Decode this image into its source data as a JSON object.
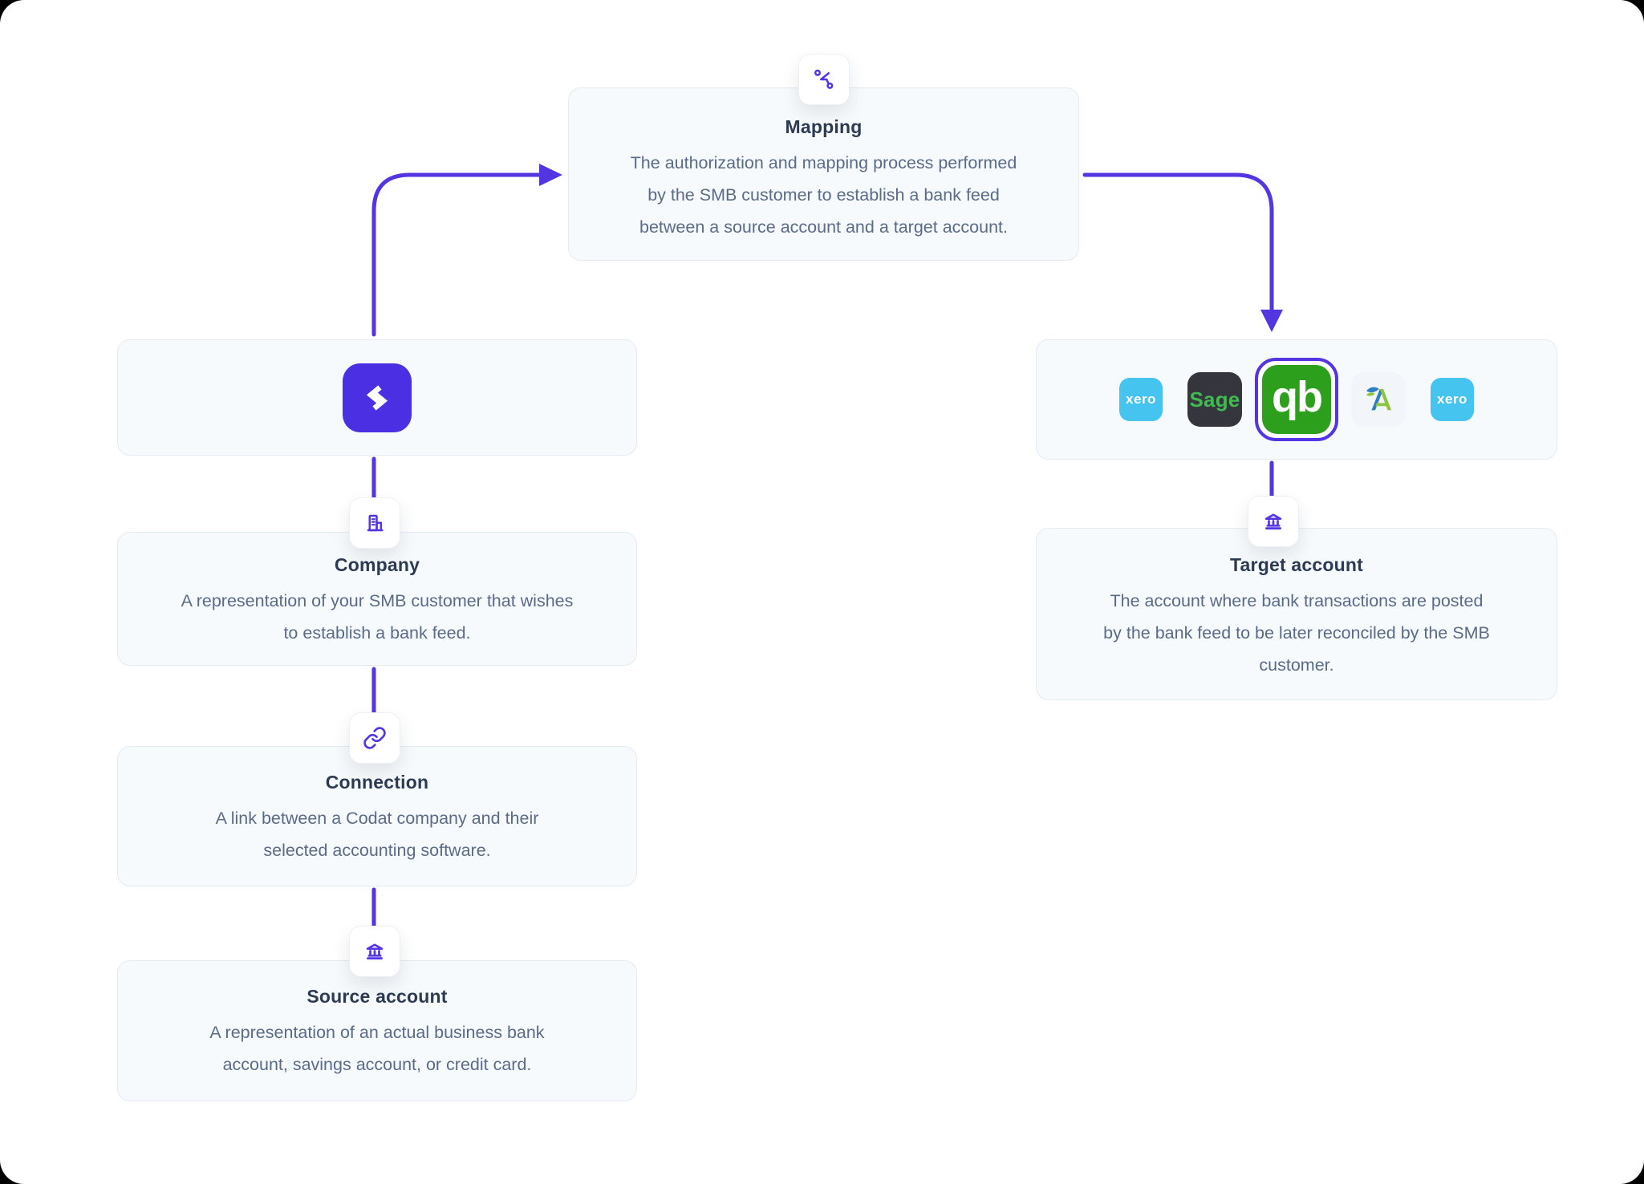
{
  "colors": {
    "outside_bg": "#000000",
    "page_bg": "#ffffff",
    "card_bg": "#f7fafc",
    "card_border": "#e4ebf3",
    "title": "#2c3a54",
    "body": "#5a6b8a",
    "accent_purple": "#5335e2",
    "codat_purple": "#4b2fe3",
    "icon_purple": "#5434e4",
    "xero_blue": "#44c4ee",
    "sage_bg": "#34353d",
    "sage_green": "#3fbb50",
    "qb_green": "#2ca01c",
    "freeagent_blue": "#2e7ec1",
    "freeagent_green": "#8bc53f"
  },
  "nodes": {
    "mapping": {
      "icon": "route-mapping-icon",
      "title": "Mapping",
      "body_lines": [
        "The authorization and mapping process performed",
        "by the SMB customer to establish a bank feed",
        "between a source account and a target account."
      ]
    },
    "company": {
      "icon": "building-icon",
      "title": "Company",
      "body_lines": [
        "A representation of your SMB customer that wishes",
        "to establish a bank feed."
      ]
    },
    "connection": {
      "icon": "link-icon",
      "title": "Connection",
      "body_lines": [
        "A link between a Codat company and their",
        "selected accounting software."
      ]
    },
    "source_account": {
      "icon": "bank-icon",
      "title": "Source account",
      "body_lines": [
        "A representation of an actual business bank",
        "account, savings account, or credit card."
      ]
    },
    "target_account": {
      "icon": "bank-icon",
      "title": "Target account",
      "body_lines": [
        "The account where bank transactions are posted",
        "by the bank feed to be later reconciled by the SMB",
        "customer."
      ]
    }
  },
  "logos": {
    "codat": {
      "name": "codat",
      "glyph": "code-brackets"
    },
    "platforms": [
      {
        "name": "xero",
        "label": "xero",
        "selected": false
      },
      {
        "name": "sage",
        "label": "Sage",
        "selected": false
      },
      {
        "name": "quickbooks",
        "label": "qb",
        "selected": true
      },
      {
        "name": "freeagent",
        "label": "",
        "selected": false
      },
      {
        "name": "xero",
        "label": "xero",
        "selected": false
      }
    ]
  }
}
